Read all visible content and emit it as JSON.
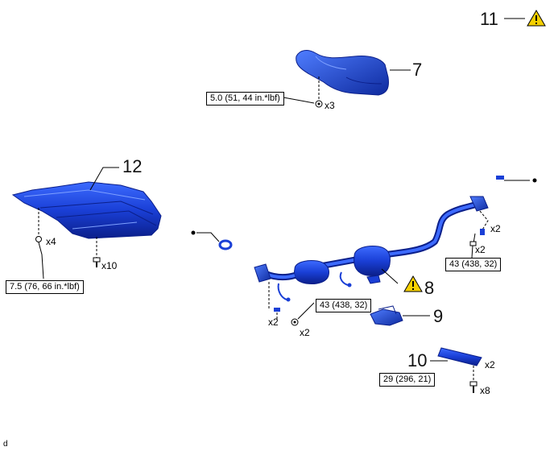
{
  "callouts": {
    "c7": "7",
    "c8": "8",
    "c9": "9",
    "c10": "10",
    "c11": "11",
    "c12": "12"
  },
  "torques": {
    "heat_insulator": "5.0 (51, 44 in.*lbf)",
    "under_cover": "7.5 (76, 66 in.*lbf)",
    "front_pipe_front": "43 (438, 32)",
    "front_pipe_rear": "43 (438, 32)",
    "support_bracket": "29 (296, 21)"
  },
  "quantities": {
    "heat_insulator_bolts": "x3",
    "under_cover_clips": "x4",
    "under_cover_bolts": "x10",
    "rear_gasket_nuts": "x2",
    "front_studs": "x2",
    "front_nuts": "x2",
    "bracket_pieces": "x2",
    "bracket_bolts": "x8"
  },
  "corner_mark": "d",
  "colors": {
    "part_blue": "#1a3fd6",
    "part_dark": "#0b1f8a",
    "warning_yellow": "#f5d000"
  },
  "icons": [
    "warning-icon"
  ]
}
